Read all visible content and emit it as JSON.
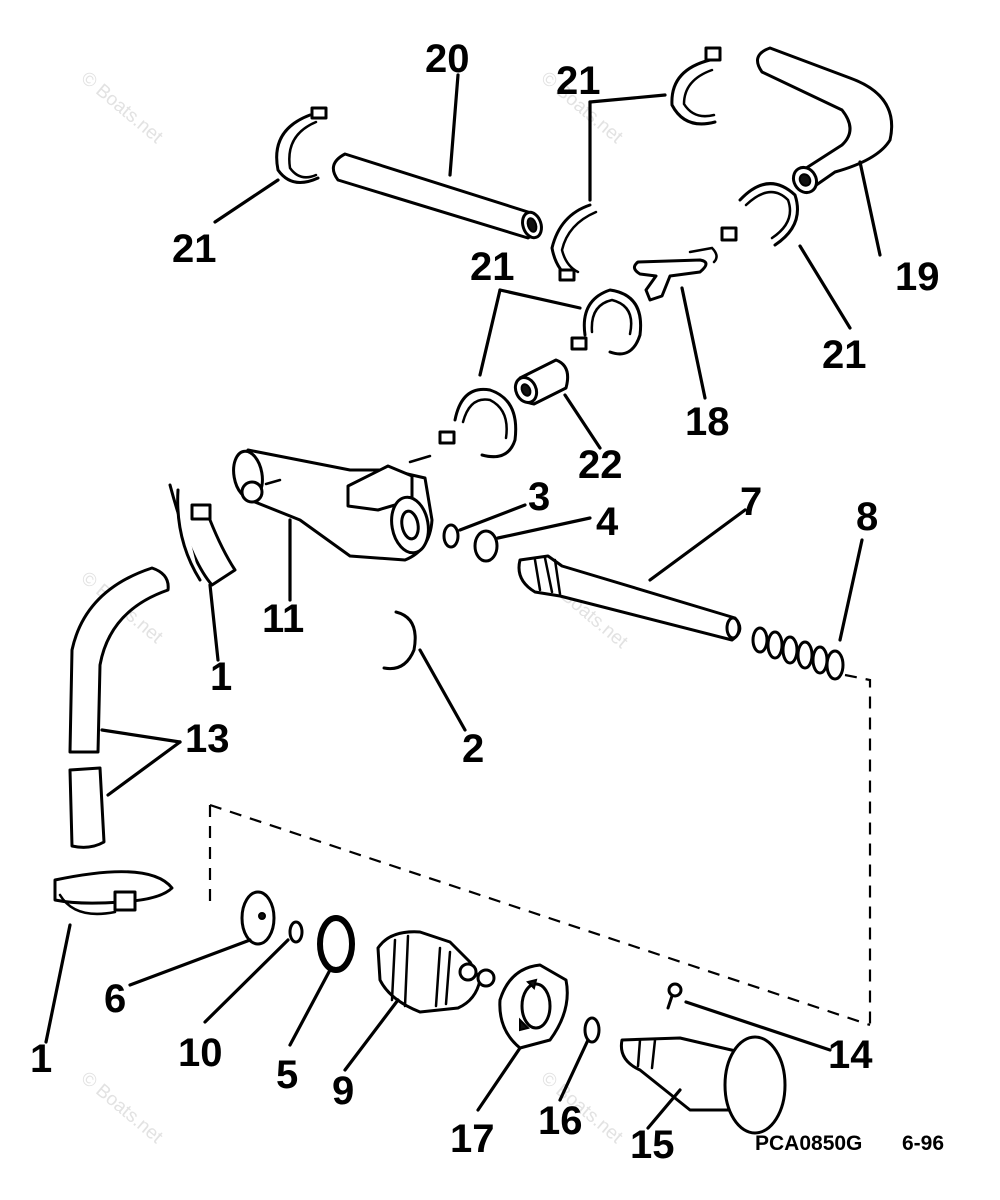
{
  "watermark": "© Boats.net",
  "figure_code": "PCA0850G",
  "revision": "6-96",
  "callouts": {
    "c1_upper": "1",
    "c1_lower": "1",
    "c2": "2",
    "c3": "3",
    "c4": "4",
    "c5": "5",
    "c6": "6",
    "c7": "7",
    "c8": "8",
    "c9": "9",
    "c10": "10",
    "c11": "11",
    "c13": "13",
    "c14": "14",
    "c15": "15",
    "c16": "16",
    "c17": "17",
    "c18": "18",
    "c19": "19",
    "c20": "20",
    "c21_top_left": "21",
    "c21_top_center": "21",
    "c21_mid_center": "21",
    "c21_right": "21",
    "c22": "22"
  }
}
